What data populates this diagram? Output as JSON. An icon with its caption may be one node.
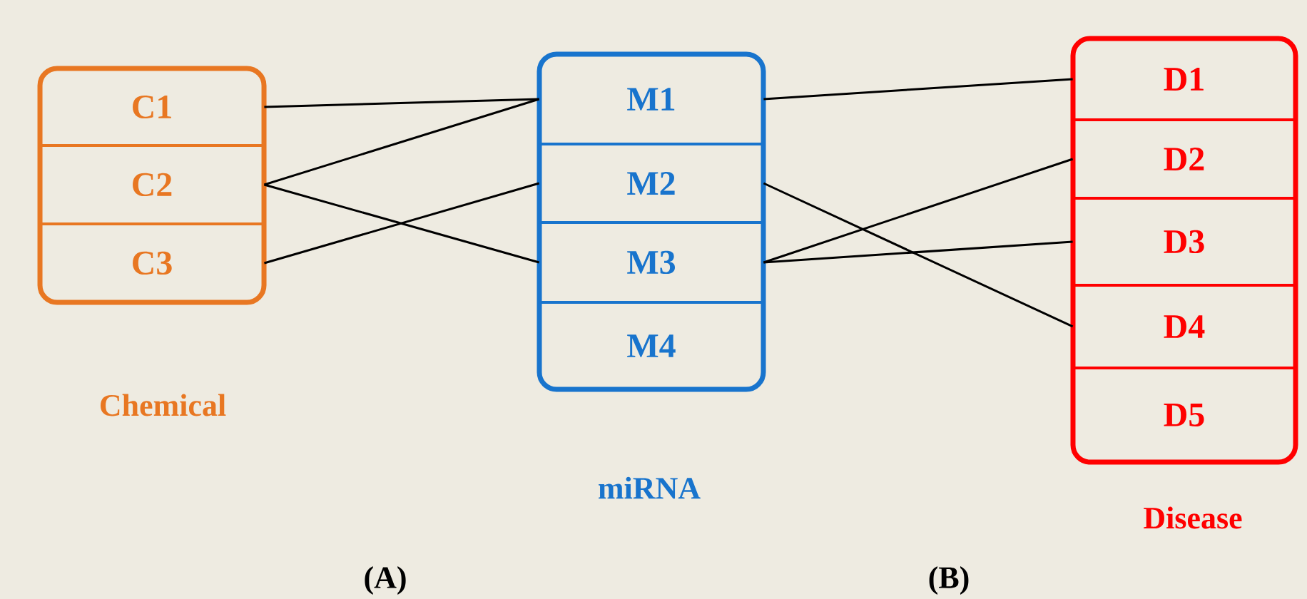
{
  "diagram": {
    "nodes": [
      {
        "text": [
          "Chemical"
        ]
      },
      {
        "text": [
          "C1"
        ],
        "in": 0
      },
      {
        "text": [
          "C2"
        ],
        "in": 0
      },
      {
        "text": [
          "C3"
        ],
        "in": 0
      },
      {
        "text": [
          "miRNA"
        ]
      },
      {
        "text": [
          "M1"
        ],
        "in": 4
      },
      {
        "text": [
          "M2"
        ],
        "in": 4
      },
      {
        "text": [
          "M3"
        ],
        "in": 4
      },
      {
        "text": [
          "M4"
        ],
        "in": 4
      },
      {
        "text": [
          "Disease"
        ]
      },
      {
        "text": [
          "D1"
        ],
        "in": 9
      },
      {
        "text": [
          "D2"
        ],
        "in": 9
      },
      {
        "text": [
          "D3"
        ],
        "in": 9
      },
      {
        "text": [
          "D4"
        ],
        "in": 9
      },
      {
        "text": [
          "D5"
        ],
        "in": 9
      }
    ],
    "edges": [
      {
        "from": 1,
        "to": 5,
        "arrow": "none"
      },
      {
        "from": 2,
        "to": 5,
        "arrow": "none"
      },
      {
        "from": 2,
        "to": 7,
        "arrow": "none"
      },
      {
        "from": 3,
        "to": 6,
        "arrow": "none"
      },
      {
        "from": 5,
        "to": 10,
        "arrow": "none"
      },
      {
        "from": 6,
        "to": 13,
        "arrow": "none"
      },
      {
        "from": 7,
        "to": 11,
        "arrow": "none"
      },
      {
        "from": 7,
        "to": 12,
        "arrow": "none"
      }
    ],
    "labels": [
      "(A)",
      "(B)"
    ]
  }
}
